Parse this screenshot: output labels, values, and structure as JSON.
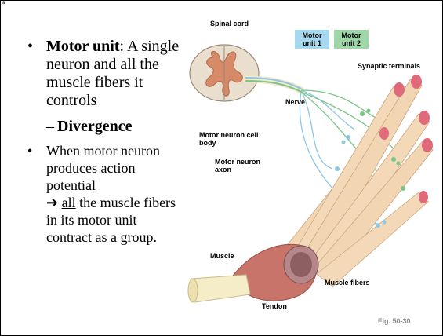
{
  "slide": {
    "corner_mark": "a",
    "bullets": {
      "b1_term": "Motor unit",
      "b1_rest": ": A single neuron and all the muscle fibers it controls",
      "sub_dash": "–",
      "sub_term": "Divergence",
      "b2_line1": "When motor neuron produces action potential",
      "b2_arrow": "➔",
      "b2_all": "all",
      "b2_rest": " the muscle fibers in its motor unit contract as a group.",
      "bullet_char": "•"
    }
  },
  "figure": {
    "labels": {
      "spinal_cord": "Spinal cord",
      "motor_unit_1": "Motor unit 1",
      "motor_unit_2": "Motor unit 2",
      "synaptic_terminals": "Synaptic terminals",
      "nerve": "Nerve",
      "cell_body": "Motor neuron cell body",
      "axon": "Motor neuron axon",
      "muscle": "Muscle",
      "muscle_fibers": "Muscle fibers",
      "tendon": "Tendon",
      "fig_no": "Fig. 50-30"
    },
    "colors": {
      "unit1": "#a6d8f0",
      "unit2": "#9fd6a8",
      "fiber": "#f3d9b8",
      "muscle": "#c9746a",
      "spinal_gray": "#e8ddd0",
      "spinal_butterfly": "#d9896b"
    }
  }
}
